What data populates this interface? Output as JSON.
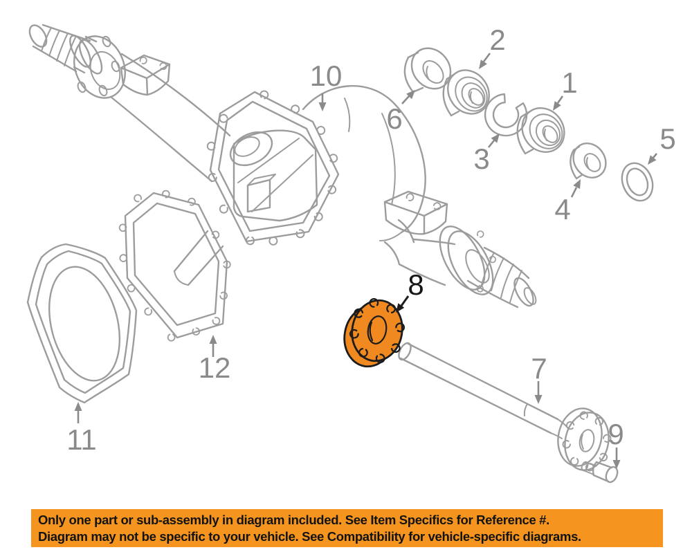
{
  "colors": {
    "background": "#ffffff",
    "line": "#9c9c9c",
    "label": "#8a8a8a",
    "highlight_fill": "#F0891F",
    "highlight_stroke": "#1c1c1c",
    "highlight_label": "#151515",
    "banner_bg": "#F5941E",
    "banner_text": "#131313"
  },
  "diagram": {
    "description": "Rear axle housing exploded parts diagram",
    "highlighted_callout": "8",
    "callouts": [
      {
        "label": "1"
      },
      {
        "label": "2"
      },
      {
        "label": "3"
      },
      {
        "label": "4"
      },
      {
        "label": "5"
      },
      {
        "label": "6"
      },
      {
        "label": "7"
      },
      {
        "label": "8",
        "highlighted": true
      },
      {
        "label": "9"
      },
      {
        "label": "10"
      },
      {
        "label": "11"
      },
      {
        "label": "12"
      }
    ]
  },
  "banner": {
    "line1": "Only one part or sub-assembly in diagram included. See Item Specifics for Reference #.",
    "line2": "Diagram may not be specific to your vehicle. See Compatibility for vehicle-specific diagrams."
  }
}
